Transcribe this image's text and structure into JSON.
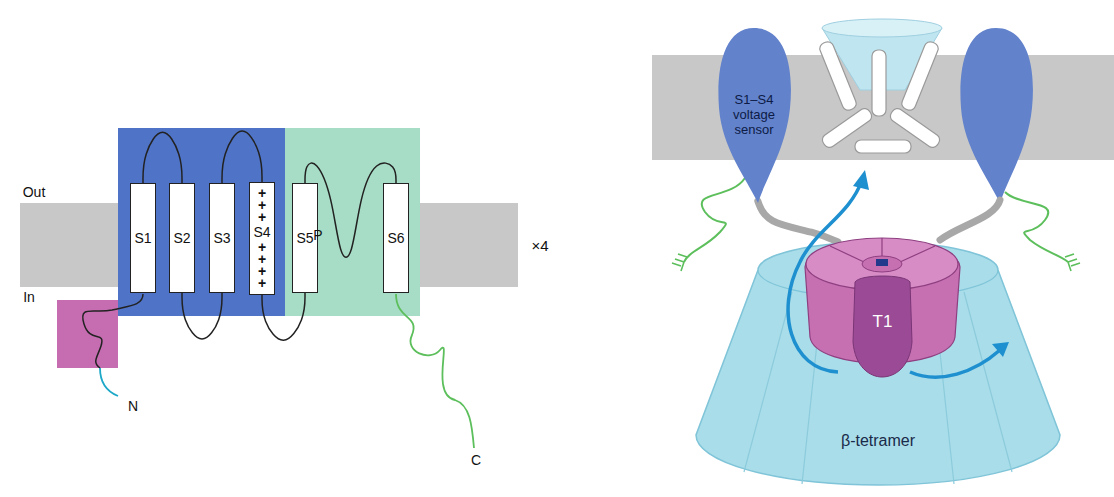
{
  "diagram": {
    "nodes": [
      {
        "text": [
          "S1"
        ]
      },
      {
        "text": [
          "S2"
        ]
      },
      {
        "text": [
          "S3"
        ]
      },
      {
        "text": [
          "+ + +",
          "S4",
          "+ + + +"
        ]
      },
      {
        "text": [
          "S5"
        ]
      },
      {
        "text": [
          "S6"
        ]
      },
      {
        "text": [
          "S1–S4 voltage sensor"
        ]
      },
      {
        "text": [
          "T1"
        ]
      },
      {
        "text": [
          "β-tetramer"
        ]
      }
    ],
    "edges": [
      {
        "from": 0,
        "to": 1,
        "arrow": "none"
      },
      {
        "from": 1,
        "to": 2,
        "arrow": "none"
      },
      {
        "from": 2,
        "to": 3,
        "arrow": "none"
      },
      {
        "from": 3,
        "to": 4,
        "arrow": "none"
      },
      {
        "from": 4,
        "to": 5,
        "label": "P",
        "arrow": "none"
      },
      {
        "from": 6,
        "to": 7,
        "arrow": "none"
      }
    ],
    "labels": [
      "Out",
      "In",
      "×4",
      "N",
      "C"
    ]
  }
}
